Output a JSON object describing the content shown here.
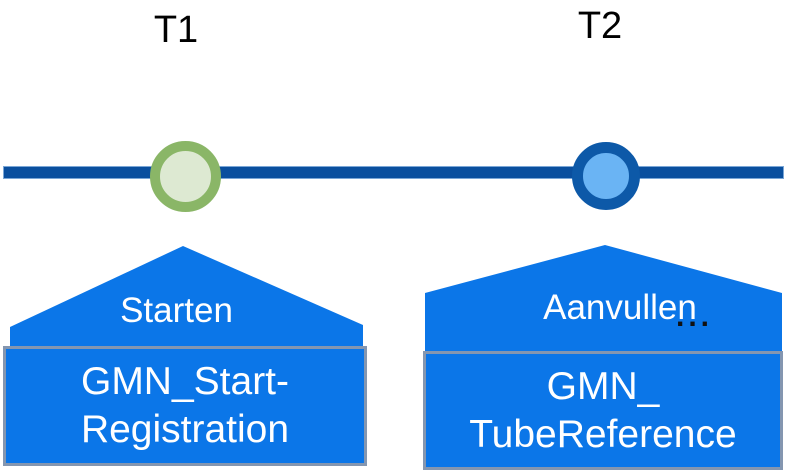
{
  "diagram_type": "timeline",
  "colors": {
    "canvas_bg": "#ffffff",
    "label_text": "#000000",
    "timeline_blue": "#0a4f9e",
    "timeline_edge": "#7aa6d6",
    "shape_blue": "#0b76e8",
    "shape_text": "#ffffff",
    "box_border": "#8496b0",
    "t1_border": "#8ab667",
    "t1_fill": "#dde9d2",
    "t2_border": "#0d59a8",
    "t2_fill": "#6ab4f4",
    "ellipsis_color": "#111111"
  },
  "markers": [
    {
      "id": "T1",
      "label": "T1",
      "border": "#8ab667",
      "fill": "#dde9d2"
    },
    {
      "id": "T2",
      "label": "T2",
      "border": "#0d59a8",
      "fill": "#6ab4f4"
    }
  ],
  "events": [
    {
      "timepoint": "T1",
      "action": "Starten",
      "box_lines": [
        "GMN_Start-",
        "Registration"
      ]
    },
    {
      "timepoint": "T2",
      "action": "Aanvullen",
      "ellipsis": "...",
      "box_lines": [
        "GMN_",
        "TubeReference"
      ]
    }
  ]
}
